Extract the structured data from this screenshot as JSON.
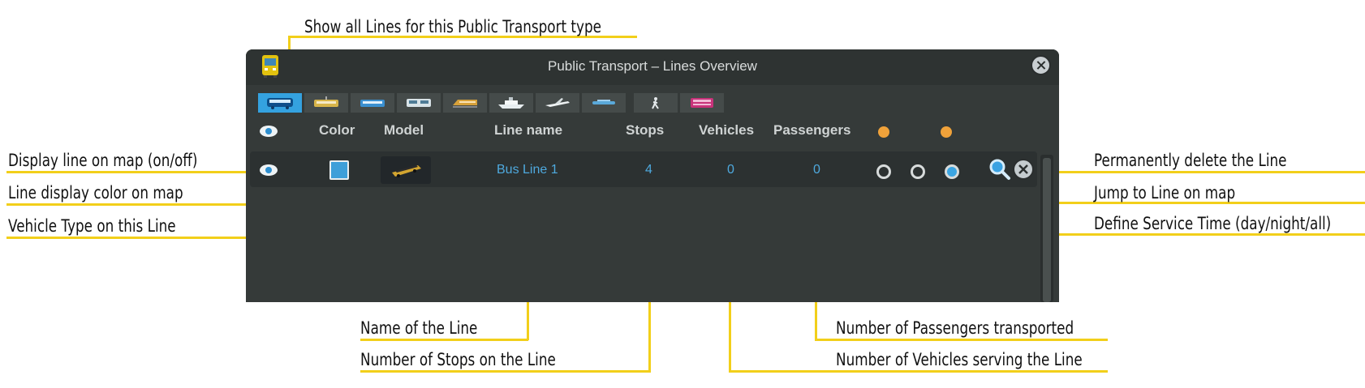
{
  "window": {
    "title": "Public Transport – Lines Overview"
  },
  "tabs": [
    {
      "name": "bus"
    },
    {
      "name": "tram"
    },
    {
      "name": "metro"
    },
    {
      "name": "train"
    },
    {
      "name": "monorail"
    },
    {
      "name": "ship"
    },
    {
      "name": "airplane"
    },
    {
      "name": "ferry"
    },
    {
      "name": "pedestrian"
    },
    {
      "name": "tourism"
    }
  ],
  "columns": {
    "color": "Color",
    "model": "Model",
    "line_name": "Line name",
    "stops": "Stops",
    "vehicles": "Vehicles",
    "passengers": "Passengers"
  },
  "row": {
    "line_name": "Bus Line 1",
    "stops": "4",
    "vehicles": "0",
    "passengers": "0",
    "color": "#3e9fd9",
    "service_time": "all"
  },
  "annotations": {
    "show_all_lines": "Show all Lines for this Public Transport type",
    "display_line": "Display line on map (on/off)",
    "line_color": "Line display color on map",
    "vehicle_type": "Vehicle Type on this Line",
    "name_of_line": "Name of the Line",
    "number_of_stops": "Number of Stops on the Line",
    "permanently_delete": "Permanently delete the Line",
    "jump_to_line": "Jump to Line on map",
    "service_time": "Define Service Time (day/night/all)",
    "number_of_passengers": "Number of Passengers transported",
    "number_of_vehicles": "Number of Vehicles serving the Line"
  },
  "colors": {
    "accent": "#34a2e0",
    "annotation_line": "#f2cf1a",
    "panel": "#353a39"
  }
}
